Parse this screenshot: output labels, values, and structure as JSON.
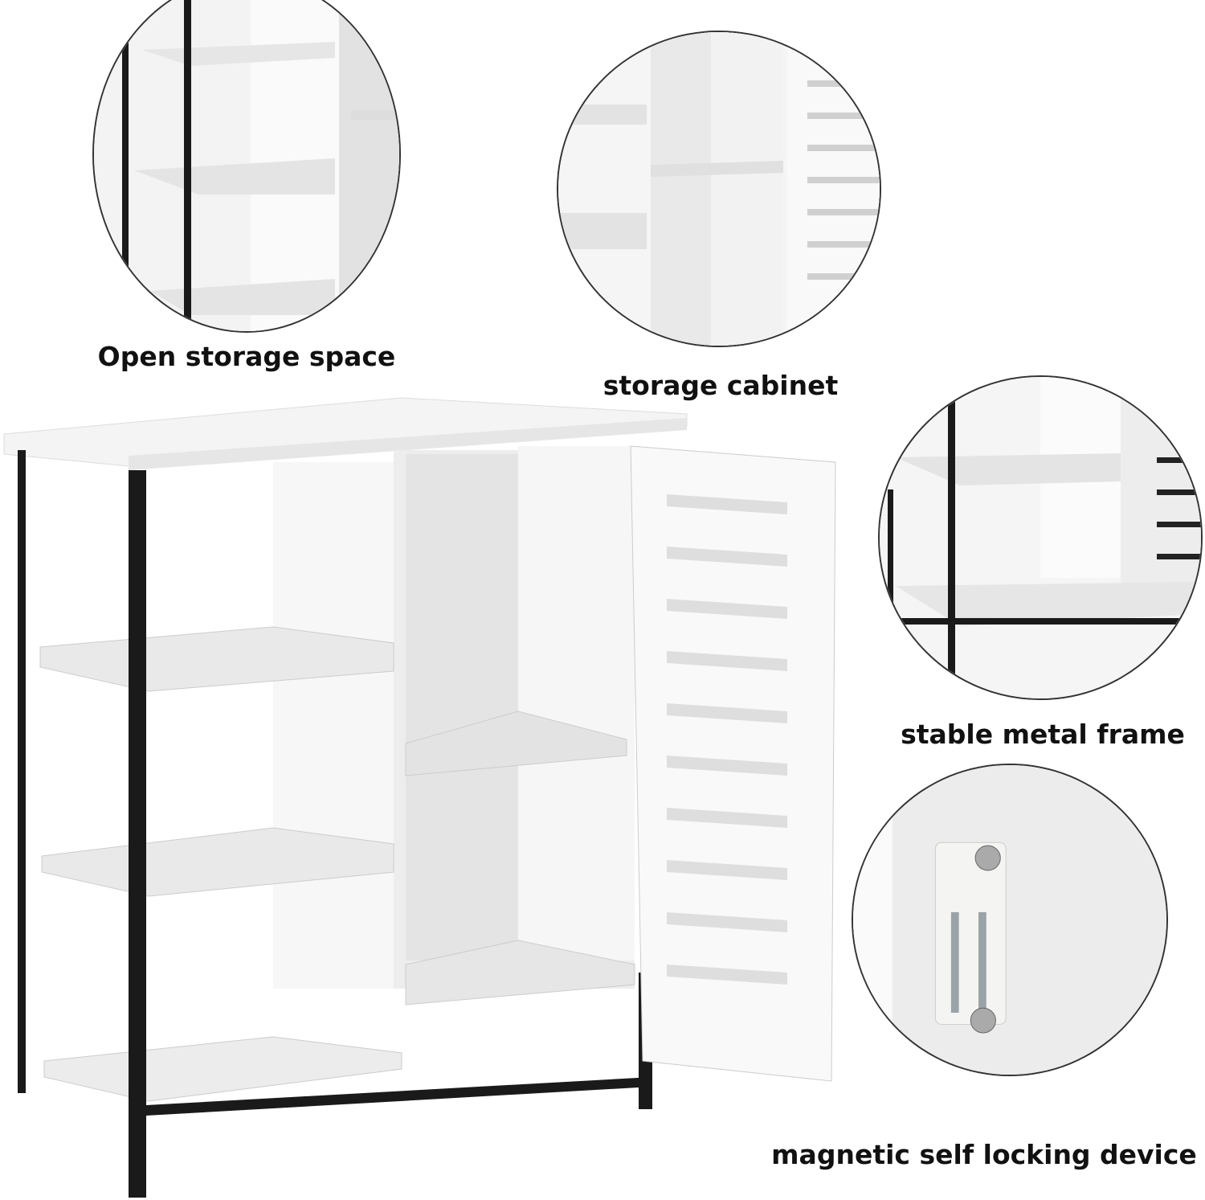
{
  "features": [
    {
      "label": "Open storage space"
    },
    {
      "label": "storage cabinet"
    },
    {
      "label": "stable metal frame"
    },
    {
      "label": "magnetic self locking device"
    }
  ],
  "colors": {
    "frame": "#1a1a1a",
    "panel": "#f4f4f4",
    "shade": "#dcdcdc"
  }
}
